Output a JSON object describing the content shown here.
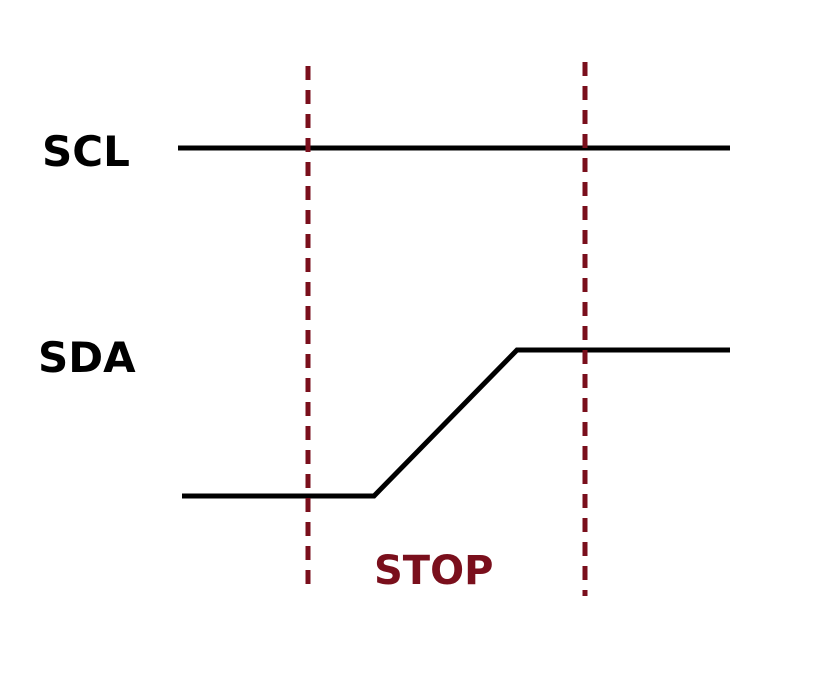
{
  "colors": {
    "signal": "#000000",
    "marker": "#7a0f1c",
    "background": "#ffffff"
  },
  "signals": {
    "scl_label": "SCL",
    "sda_label": "SDA"
  },
  "region": {
    "label": "STOP"
  },
  "levels": {
    "scl": "high",
    "sda_start": "low",
    "sda_end": "high"
  }
}
